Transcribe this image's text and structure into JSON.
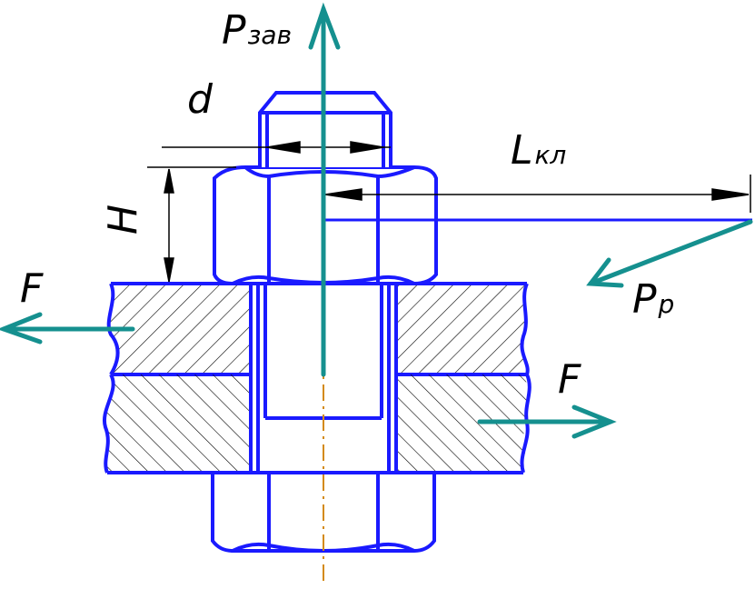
{
  "labels": {
    "p_zav": {
      "main": "P",
      "sub": "зав"
    },
    "d": "d",
    "l_kl": {
      "main": "L",
      "sub": "кл"
    },
    "h": "H",
    "f_left": "F",
    "p_r": {
      "main": "P",
      "sub": "р"
    },
    "f_right": "F"
  },
  "colors": {
    "part_outline": "#1a1aff",
    "force_arrow": "#15908f",
    "axis_line": "#d48a16",
    "dimension": "#000000",
    "hatch": "#000000"
  }
}
